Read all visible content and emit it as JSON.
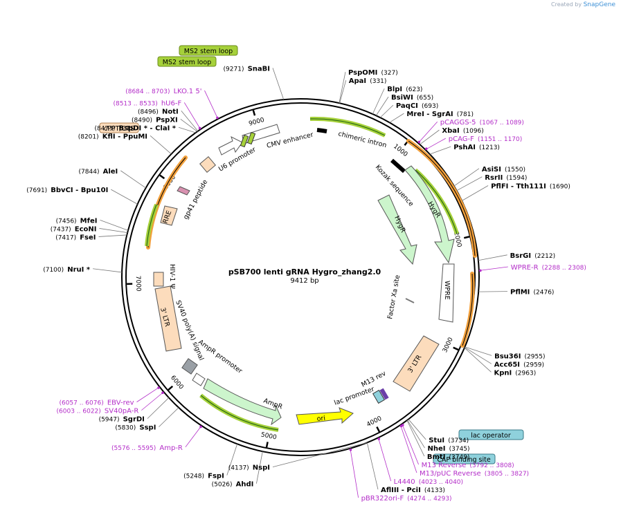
{
  "brand": {
    "prefix": "Created by",
    "name": "SnapGene"
  },
  "plasmid": {
    "name": "pSB700 lenti gRNA Hygro_zhang2.0",
    "length": "9412 bp",
    "length_bp": 9412
  },
  "ticks": [
    {
      "bp": 1000,
      "label": "1000"
    },
    {
      "bp": 2000,
      "label": "2000"
    },
    {
      "bp": 3000,
      "label": "3000"
    },
    {
      "bp": 4000,
      "label": "4000"
    },
    {
      "bp": 5000,
      "label": "5000"
    },
    {
      "bp": 6000,
      "label": "6000"
    },
    {
      "bp": 7000,
      "label": "7000"
    },
    {
      "bp": 8000,
      "label": "8000"
    },
    {
      "bp": 9000,
      "label": "9000"
    }
  ],
  "enzymes": [
    {
      "name": "SnaBI",
      "pos": "(9271)",
      "bp": 9271,
      "side": "L"
    },
    {
      "name": "PspOMI",
      "pos": "(327)",
      "bp": 327,
      "side": "R"
    },
    {
      "name": "ApaI",
      "pos": "(331)",
      "bp": 331,
      "side": "R"
    },
    {
      "name": "BlpI",
      "pos": "(623)",
      "bp": 623,
      "side": "R"
    },
    {
      "name": "BsiWI",
      "pos": "(655)",
      "bp": 655,
      "side": "R"
    },
    {
      "name": "PaqCI",
      "pos": "(693)",
      "bp": 693,
      "side": "R"
    },
    {
      "name": "MreI  - SgrAI",
      "pos": "(781)",
      "bp": 781,
      "side": "R"
    },
    {
      "name": "XbaI",
      "pos": "(1096)",
      "bp": 1096,
      "side": "R"
    },
    {
      "name": "PshAI",
      "pos": "(1213)",
      "bp": 1213,
      "side": "R"
    },
    {
      "name": "AsiSI",
      "pos": "(1550)",
      "bp": 1550,
      "side": "R"
    },
    {
      "name": "RsrII",
      "pos": "(1594)",
      "bp": 1594,
      "side": "R"
    },
    {
      "name": "PflFI  - Tth111I",
      "pos": "(1690)",
      "bp": 1690,
      "side": "R"
    },
    {
      "name": "BsrGI",
      "pos": "(2212)",
      "bp": 2212,
      "side": "R"
    },
    {
      "name": "PflMI",
      "pos": "(2476)",
      "bp": 2476,
      "side": "R"
    },
    {
      "name": "Bsu36I",
      "pos": "(2955)",
      "bp": 2955,
      "side": "R"
    },
    {
      "name": "Acc65I",
      "pos": "(2959)",
      "bp": 2959,
      "side": "R"
    },
    {
      "name": "KpnI",
      "pos": "(2963)",
      "bp": 2963,
      "side": "R"
    },
    {
      "name": "StuI",
      "pos": "(3734)",
      "bp": 3734,
      "side": "R"
    },
    {
      "name": "NheI",
      "pos": "(3745)",
      "bp": 3745,
      "side": "R"
    },
    {
      "name": "BmtI",
      "pos": "(3749)",
      "bp": 3749,
      "side": "R"
    },
    {
      "name": "AflIII  - PciI",
      "pos": "(4133)",
      "bp": 4133,
      "side": "R"
    },
    {
      "name": "NspI",
      "pos": "(4137)",
      "bp": 4137,
      "side": "L"
    },
    {
      "name": "AhdI",
      "pos": "(5026)",
      "bp": 5026,
      "side": "L"
    },
    {
      "name": "FspI",
      "pos": "(5248)",
      "bp": 5248,
      "side": "L"
    },
    {
      "name": "SspI",
      "pos": "(5830)",
      "bp": 5830,
      "side": "L"
    },
    {
      "name": "SgrDI",
      "pos": "(5947)",
      "bp": 5947,
      "side": "L"
    },
    {
      "name": "NruI *",
      "pos": "(7100)",
      "bp": 7100,
      "side": "L"
    },
    {
      "name": "FseI",
      "pos": "(7417)",
      "bp": 7417,
      "side": "L"
    },
    {
      "name": "EcoNI",
      "pos": "(7437)",
      "bp": 7437,
      "side": "L"
    },
    {
      "name": "MfeI",
      "pos": "(7456)",
      "bp": 7456,
      "side": "L"
    },
    {
      "name": "BbvCI   - Bpu10I",
      "pos": "(7691)",
      "bp": 7691,
      "side": "L"
    },
    {
      "name": "AleI",
      "pos": "(7844)",
      "bp": 7844,
      "side": "L"
    },
    {
      "name": "KflI   - PpuMI",
      "pos": "(8201)",
      "bp": 8201,
      "side": "L"
    },
    {
      "name": "BspDI *  - ClaI *",
      "pos": "(8473)",
      "bp": 8473,
      "side": "L"
    },
    {
      "name": "PspXI",
      "pos": "(8490)",
      "bp": 8490,
      "side": "L"
    },
    {
      "name": "NotI",
      "pos": "(8496)",
      "bp": 8496,
      "side": "L"
    }
  ],
  "primers": [
    {
      "name": "pCAGGS-5",
      "range": "(1067 .. 1089)",
      "bp": 1078,
      "side": "R"
    },
    {
      "name": "pCAG-F",
      "range": "(1151 .. 1170)",
      "bp": 1160,
      "side": "R"
    },
    {
      "name": "WPRE-R",
      "range": "(2288 .. 2308)",
      "bp": 2298,
      "side": "R"
    },
    {
      "name": "M13 Reverse",
      "range": "(3792 .. 3808)",
      "bp": 3800,
      "side": "R"
    },
    {
      "name": "M13/pUC Reverse",
      "range": "(3805 .. 3827)",
      "bp": 3816,
      "side": "R"
    },
    {
      "name": "L4440",
      "range": "(4023 .. 4040)",
      "bp": 4031,
      "side": "R"
    },
    {
      "name": "pBR322ori-F",
      "range": "(4274 .. 4293)",
      "bp": 4283,
      "side": "R"
    },
    {
      "name": "Amp-R",
      "range": "(5576 .. 5595)",
      "bp": 5585,
      "side": "L"
    },
    {
      "name": "SV40pA-R",
      "range": "(6003 .. 6022)",
      "bp": 6012,
      "side": "L"
    },
    {
      "name": "EBV-rev",
      "range": "(6057 .. 6076)",
      "bp": 6066,
      "side": "L"
    },
    {
      "name": "hU6-F",
      "range": "(8513 .. 8533)",
      "bp": 8523,
      "side": "L"
    },
    {
      "name": "LKO.1 5'",
      "range": "(8684 .. 8703)",
      "bp": 8693,
      "side": "L"
    }
  ],
  "boxed_features": [
    {
      "name": "MS2 stem loop",
      "color": "#a6d13a"
    },
    {
      "name": "MS2 stem loop",
      "color": "#a6d13a"
    },
    {
      "name": "cPPT/CTS",
      "color": "#fcdcbc"
    },
    {
      "name": "lac operator",
      "color": "#8fd1dc"
    },
    {
      "name": "CAP binding site",
      "color": "#8fd1dc"
    }
  ],
  "features": [
    {
      "name": "CMV enhancer",
      "kind": "white"
    },
    {
      "name": "chimeric intron",
      "kind": "black"
    },
    {
      "name": "Kozak sequence",
      "kind": "plain"
    },
    {
      "name": "HygR",
      "kind": "green"
    },
    {
      "name": "HygR",
      "kind": "green"
    },
    {
      "name": "WPRE",
      "kind": "white"
    },
    {
      "name": "Factor Xa site",
      "kind": "plain"
    },
    {
      "name": "3' LTR",
      "kind": "peach"
    },
    {
      "name": "M13 rev",
      "kind": "plain"
    },
    {
      "name": "lac promoter",
      "kind": "plain"
    },
    {
      "name": "ori",
      "kind": "yellow"
    },
    {
      "name": "AmpR",
      "kind": "green"
    },
    {
      "name": "AmpR promoter",
      "kind": "plain"
    },
    {
      "name": "SV40 poly(A) signal",
      "kind": "plain"
    },
    {
      "name": "3' LTR",
      "kind": "peach"
    },
    {
      "name": "HIV-1 Ψ",
      "kind": "plain"
    },
    {
      "name": "RRE",
      "kind": "peach"
    },
    {
      "name": "gp41 peptide",
      "kind": "pink"
    },
    {
      "name": "U6 promoter",
      "kind": "white"
    }
  ],
  "colors": {
    "primer": "#b32cc8",
    "green_feature": "#ccf5cc",
    "orange_feature": "#f2a03c",
    "peach_feature": "#fcdcbc",
    "ori": "#ffff00",
    "stem_loop": "#a6d13a",
    "operator": "#8fd1dc"
  }
}
